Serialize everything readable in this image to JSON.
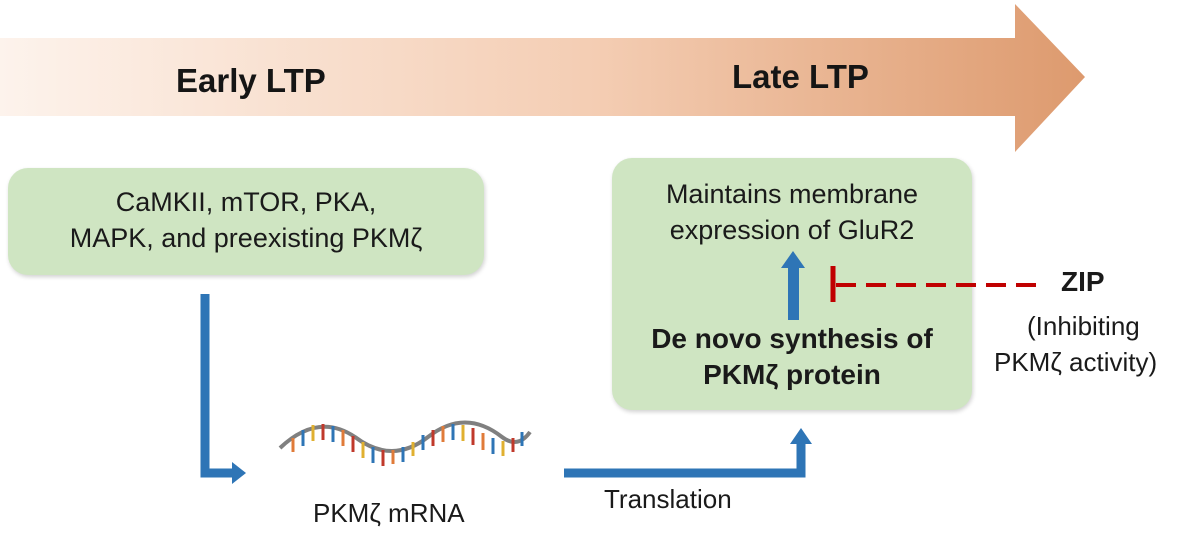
{
  "timeline": {
    "early_label": "Early LTP",
    "late_label": "Late LTP"
  },
  "early_box": {
    "line1": "CaMKII, mTOR, PKA,",
    "line2": "MAPK, and preexisting PKMζ"
  },
  "late_box": {
    "top_line1": "Maintains membrane",
    "top_line2": "expression of GluR2",
    "bottom_line1": "De novo synthesis of",
    "bottom_line2": "PKMζ protein"
  },
  "mrna_label": "PKMζ mRNA",
  "translation_label": "Translation",
  "inhibitor": {
    "name": "ZIP",
    "desc1": "(Inhibiting",
    "desc2": "PKMζ activity)"
  },
  "colors": {
    "arrow_blue": "#2e75b6",
    "inhibit_red": "#c00000",
    "box_green": "#cfe5c2",
    "timeline_start": "#fdf3ec",
    "timeline_end": "#e0a077"
  }
}
